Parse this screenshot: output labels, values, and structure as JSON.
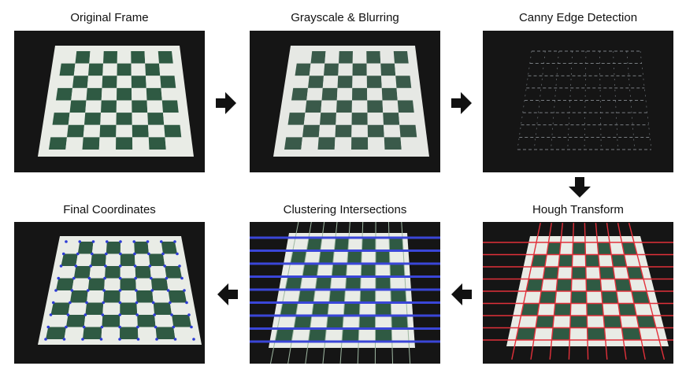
{
  "panels": [
    {
      "id": "original",
      "title": "Original Frame"
    },
    {
      "id": "grayscale",
      "title": "Grayscale & Blurring"
    },
    {
      "id": "canny",
      "title": "Canny Edge Detection"
    },
    {
      "id": "hough",
      "title": "Hough Transform"
    },
    {
      "id": "clustering",
      "title": "Clustering Intersections"
    },
    {
      "id": "final",
      "title": "Final Coordinates"
    }
  ],
  "flow": [
    {
      "from": "original",
      "to": "grayscale",
      "direction": "right"
    },
    {
      "from": "grayscale",
      "to": "canny",
      "direction": "right"
    },
    {
      "from": "canny",
      "to": "hough",
      "direction": "down"
    },
    {
      "from": "hough",
      "to": "clustering",
      "direction": "left"
    },
    {
      "from": "clustering",
      "to": "final",
      "direction": "left"
    }
  ],
  "colors": {
    "square_dark": "#2f5a43",
    "square_light": "#e9ece6",
    "hough_lines": "#e2303a",
    "cluster_horizontal": "#3a46d8",
    "cluster_vertical": "#9fb8a2",
    "final_points": "#2c3bd6",
    "arrow": "#111111"
  }
}
